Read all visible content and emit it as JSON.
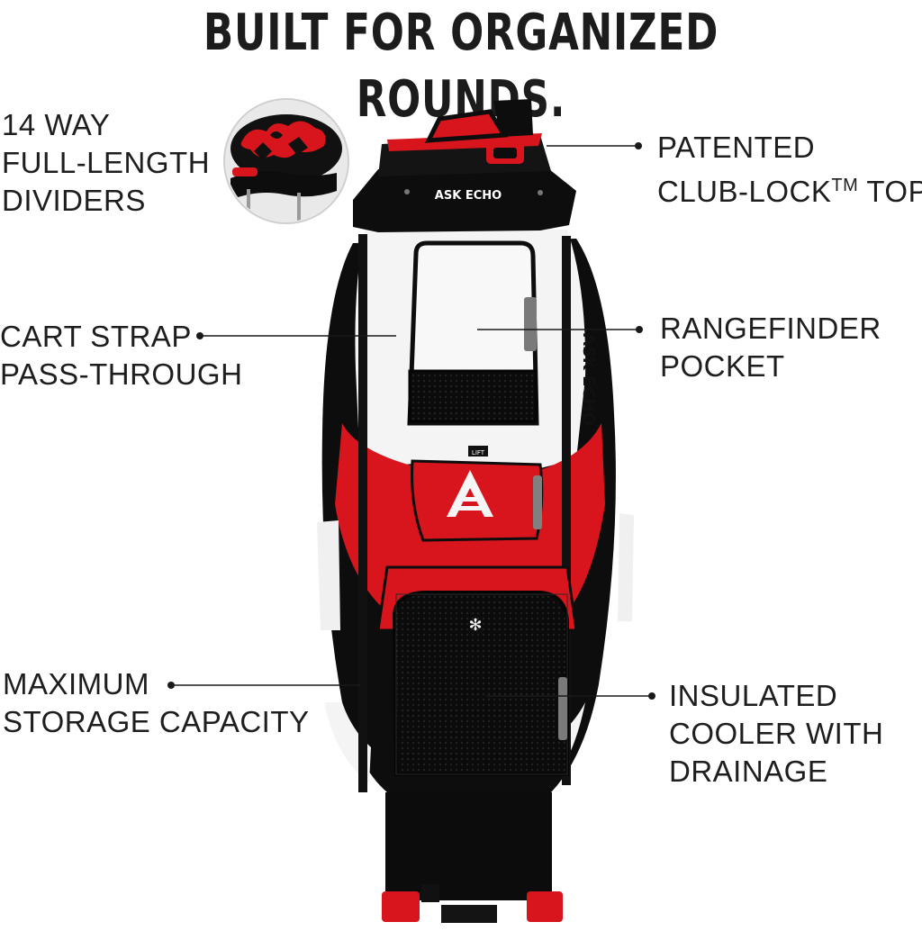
{
  "headline": "BUILT FOR ORGANIZED ROUNDS.",
  "brand": {
    "wordmark": "ASK ECHO",
    "side_wordmark": "ASK ECHO",
    "lift_tag": "LIFT"
  },
  "callouts": {
    "dividers": {
      "line1": "14 WAY",
      "line2": "FULL-LENGTH",
      "line3": "DIVIDERS"
    },
    "club_lock": {
      "line1": "PATENTED",
      "line2_prefix": "CLUB-LOCK",
      "line2_tm": "TM",
      "line2_suffix": " TOP"
    },
    "cart_strap": {
      "line1": "CART STRAP",
      "line2": "PASS-THROUGH"
    },
    "rangefinder": {
      "line1": "RANGEFINDER",
      "line2": "POCKET"
    },
    "storage": {
      "line1": "MAXIMUM",
      "line2": "STORAGE CAPACITY"
    },
    "cooler": {
      "line1": "INSULATED",
      "line2": "COOLER WITH",
      "line3": "DRAINAGE"
    }
  },
  "colors": {
    "red": "#e0141e",
    "black": "#0d0d0d",
    "white": "#f7f7f7",
    "text": "#1e1e1e"
  }
}
